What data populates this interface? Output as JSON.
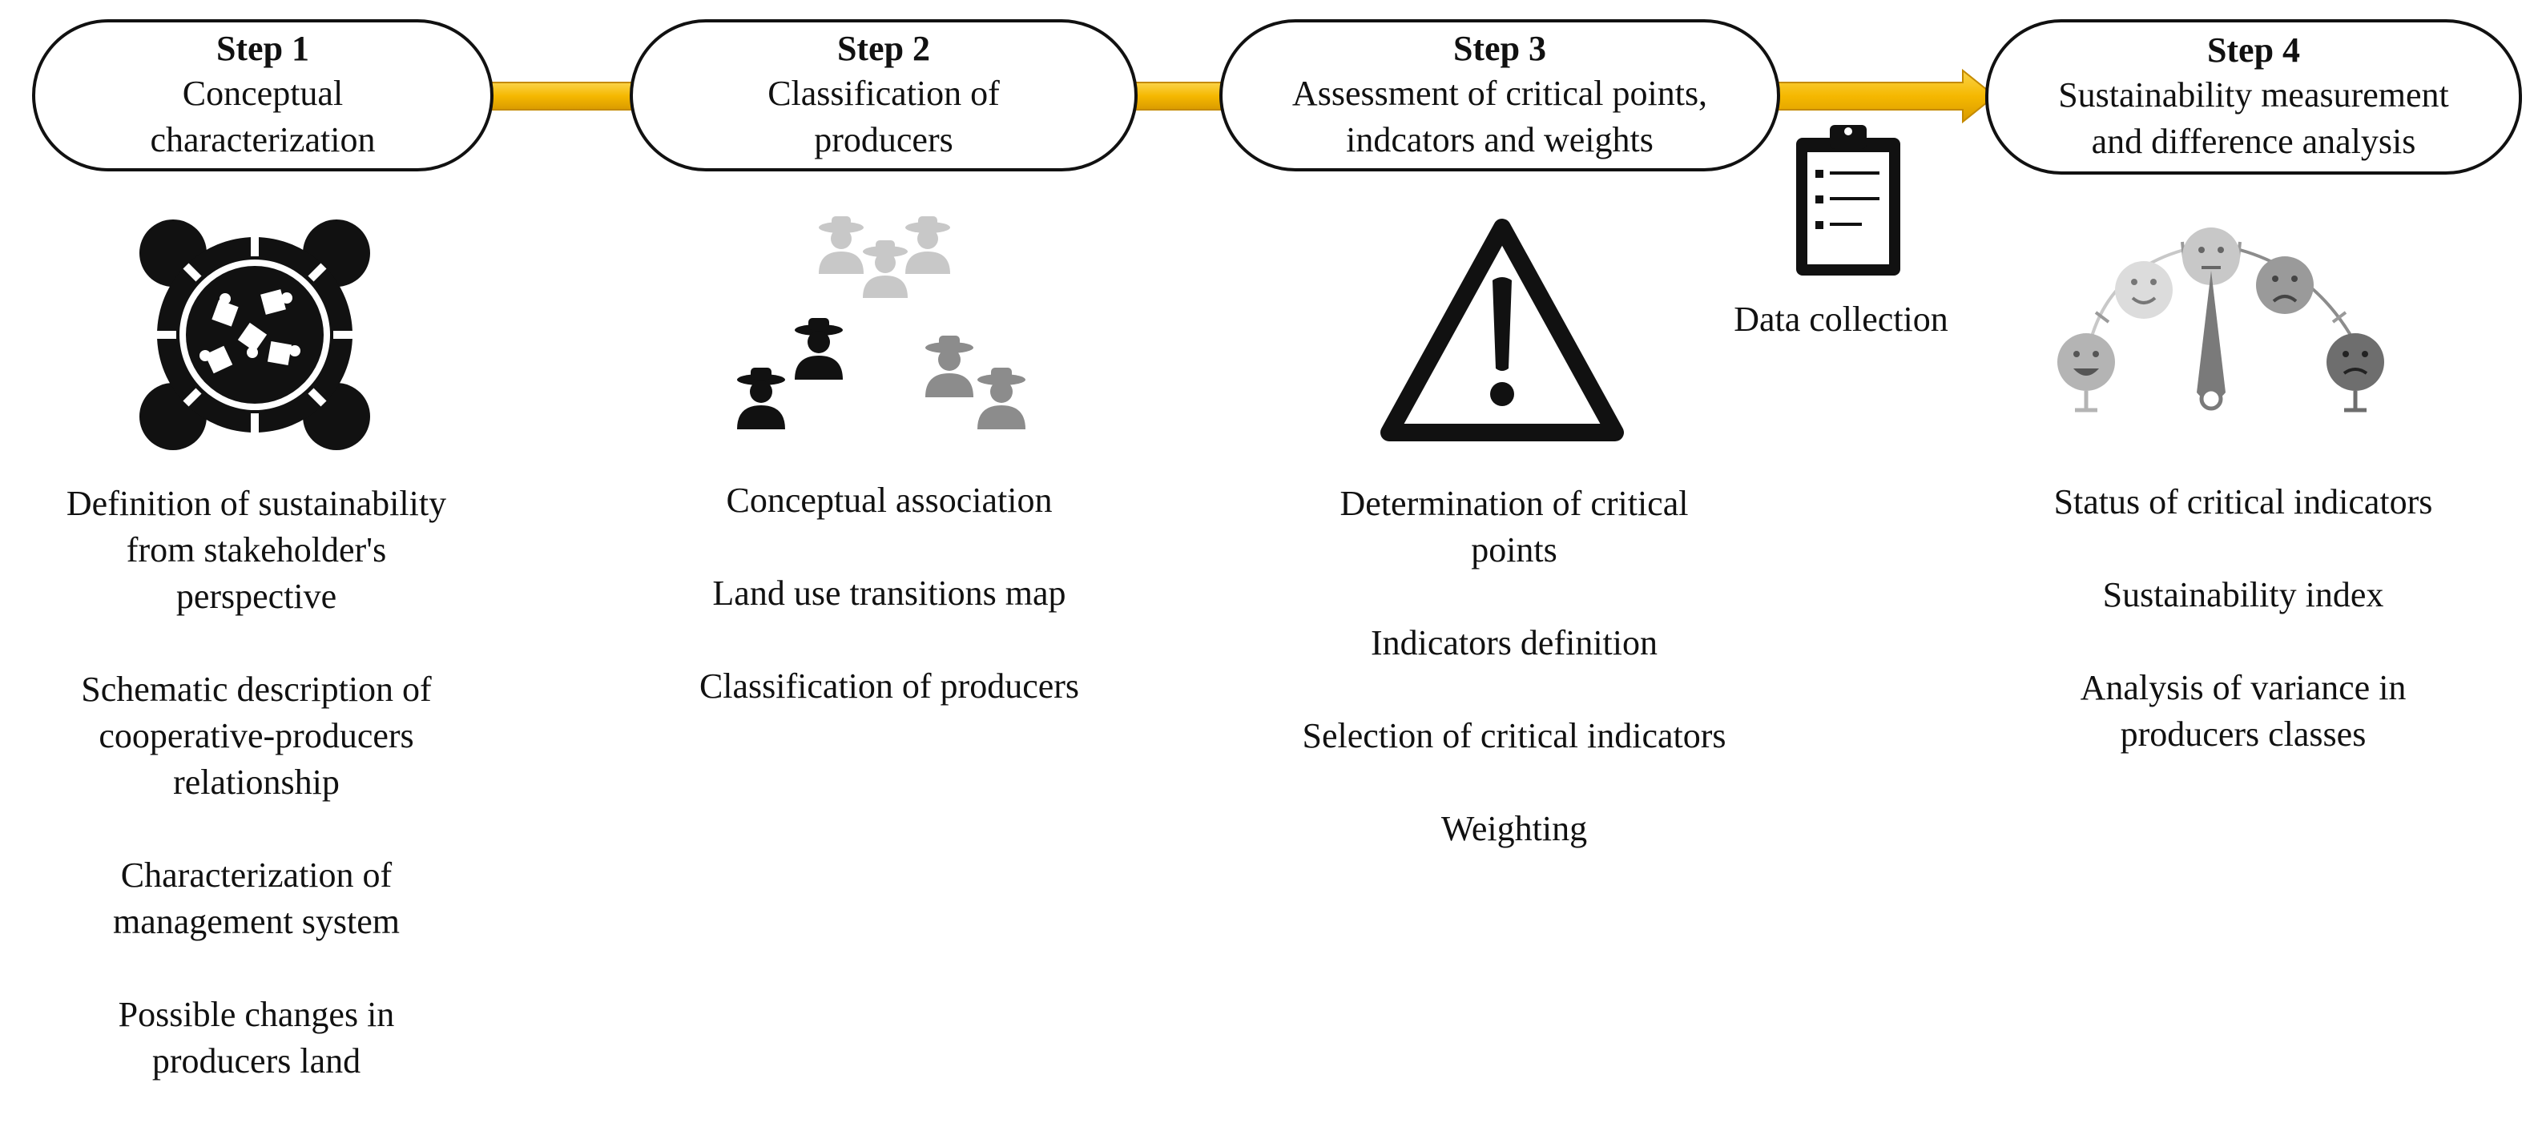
{
  "steps": [
    {
      "title": "Step 1",
      "subtitle": "Conceptual\ncharacterization",
      "icon": "puzzle-collaboration-icon",
      "items": [
        "Definition of sustainability\nfrom stakeholder's\nperspective",
        "Schematic description of\ncooperative-producers\nrelationship",
        "Characterization of\nmanagement system",
        "Possible changes in\nproducers land"
      ]
    },
    {
      "title": "Step 2",
      "subtitle": "Classification of\nproducers",
      "icon": "farmers-group-icon",
      "items": [
        "Conceptual association",
        "Land use transitions map",
        "Classification of producers"
      ]
    },
    {
      "title": "Step 3",
      "subtitle": "Assessment of critical points,\nindcators and weights",
      "icon": "warning-triangle-icon",
      "items": [
        "Determination of critical\npoints",
        "Indicators definition",
        "Selection of critical indicators",
        "Weighting"
      ]
    },
    {
      "title": "Step 4",
      "subtitle": "Sustainability measurement\nand difference analysis",
      "icon": "satisfaction-gauge-icon",
      "items": [
        "Status of critical indicators",
        "Sustainability index",
        "Analysis of variance in\nproducers classes"
      ]
    }
  ],
  "data_collection": {
    "label": "Data collection",
    "icon": "clipboard-checklist-icon"
  },
  "colors": {
    "arrow": "#F5B800",
    "outline": "#111111",
    "gray_light": "#C8C8C8",
    "gray_mid": "#8C8C8C",
    "gray_dark": "#555555"
  }
}
